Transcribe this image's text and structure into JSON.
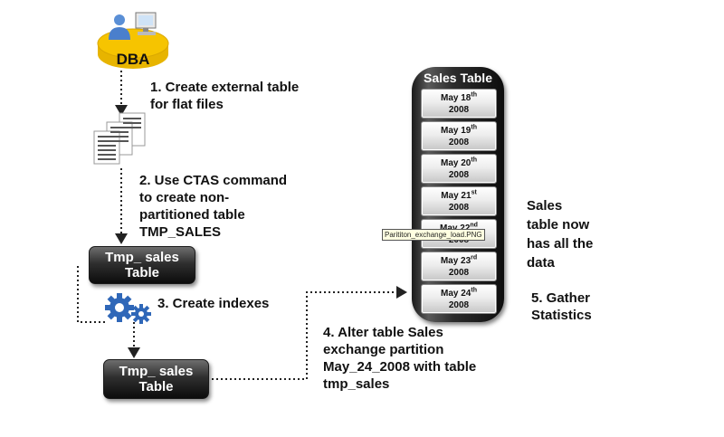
{
  "dba": {
    "label": "DBA"
  },
  "steps": {
    "step1": [
      "1. Create external table",
      "for flat files"
    ],
    "step2": [
      "2. Use CTAS command",
      "to create non-",
      "partitioned table",
      "TMP_SALES"
    ],
    "step3": [
      "3. Create indexes"
    ],
    "step4": [
      "4. Alter table Sales",
      "exchange partition",
      "May_24_2008 with table",
      "tmp_sales"
    ],
    "step5": [
      "5. Gather",
      "Statistics"
    ]
  },
  "tmp_sales_top": [
    "Tmp_ sales",
    "Table"
  ],
  "tmp_sales_bottom": [
    "Tmp_ sales",
    "Table"
  ],
  "sales_table": {
    "title": "Sales Table",
    "partitions": [
      {
        "date": "May 18",
        "suffix": "th",
        "year": "2008"
      },
      {
        "date": "May 19",
        "suffix": "th",
        "year": "2008"
      },
      {
        "date": "May 20",
        "suffix": "th",
        "year": "2008"
      },
      {
        "date": "May 21",
        "suffix": "st",
        "year": "2008"
      },
      {
        "date": "May 22",
        "suffix": "nd",
        "year": "2008"
      },
      {
        "date": "May 23",
        "suffix": "rd",
        "year": "2008"
      },
      {
        "date": "May 24",
        "suffix": "th",
        "year": "2008"
      }
    ]
  },
  "note": [
    "Sales",
    "table now",
    "has all the",
    "data"
  ],
  "tooltip": "Parititon_exchange_load.PNG",
  "colors": {
    "gear": "#2f67b8",
    "dba_cylinder": "#f6c400",
    "connector": "#222222"
  }
}
